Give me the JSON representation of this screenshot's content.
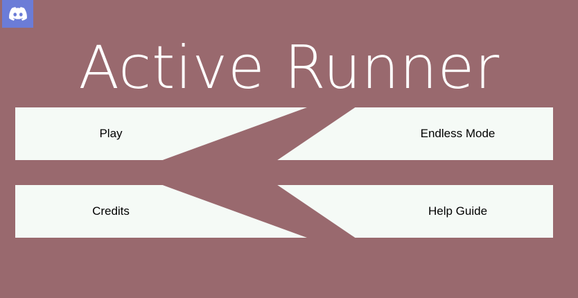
{
  "page": {
    "title": "Active Runner",
    "background_color": "#99696e",
    "button_color": "#f5faf6",
    "title_color": "#ffffff",
    "button_text_color": "#000000"
  },
  "browser_badge": {
    "icon": "discord-icon",
    "color": "#6b7cd7"
  },
  "menu": {
    "buttons": [
      {
        "id": "play",
        "label": "Play"
      },
      {
        "id": "endless",
        "label": "Endless Mode"
      },
      {
        "id": "credits",
        "label": "Credits"
      },
      {
        "id": "help",
        "label": "Help Guide"
      }
    ]
  }
}
